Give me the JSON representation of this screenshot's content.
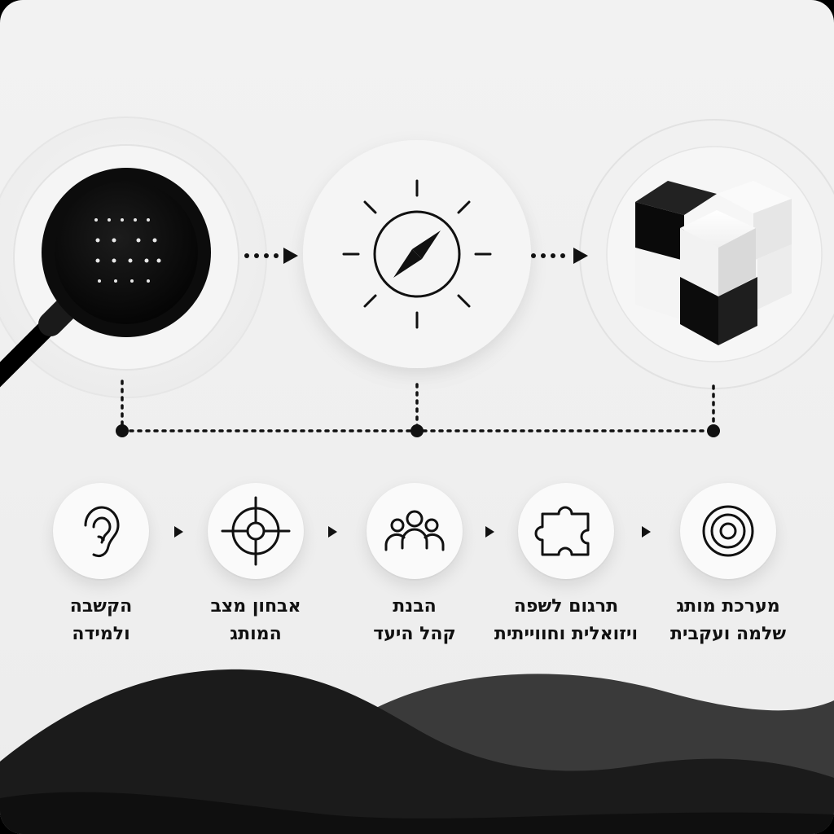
{
  "steps": [
    {
      "icon": "target-rings-icon",
      "line1": "מערכת מותג",
      "line2": "שלמה ועקבית"
    },
    {
      "icon": "puzzle-piece-icon",
      "line1": "תרגום לשפה",
      "line2": "ויזואלית וחווייתית"
    },
    {
      "icon": "people-group-icon",
      "line1": "הבנת",
      "line2": "קהל היעד"
    },
    {
      "icon": "crosshair-icon",
      "line1": "אבחון מצב",
      "line2": "המותג"
    },
    {
      "icon": "ear-icon",
      "line1": "הקשבה",
      "line2": "ולמידה"
    }
  ],
  "top_icons": [
    "magnifying-glass-icon",
    "compass-sun-icon",
    "blocks-cube-icon"
  ],
  "colors": {
    "background": "#efefef",
    "ink": "#111111",
    "wave_front": "#1b1b1b",
    "wave_back": "#3a3a3a"
  }
}
